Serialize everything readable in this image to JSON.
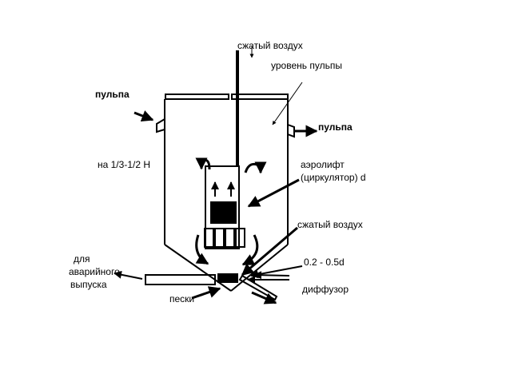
{
  "labels": {
    "compressed_air_top": "сжатый воздух",
    "pulp_level": "уровень пульпы",
    "pulp_in": "пульпа",
    "pulp_out": "пульпа",
    "height_ratio": "на 1/3-1/2 H",
    "airlift_line1": "аэролифт",
    "airlift_line2": "(циркулятор) d",
    "compressed_air_side": "сжатый воздух",
    "diffuser_gap": "0.2 - 0.5d",
    "emergency_line1": "для",
    "emergency_line2": "аварийного",
    "emergency_line3": "выпуска",
    "diffuser": "диффузор",
    "sands": "пески"
  }
}
